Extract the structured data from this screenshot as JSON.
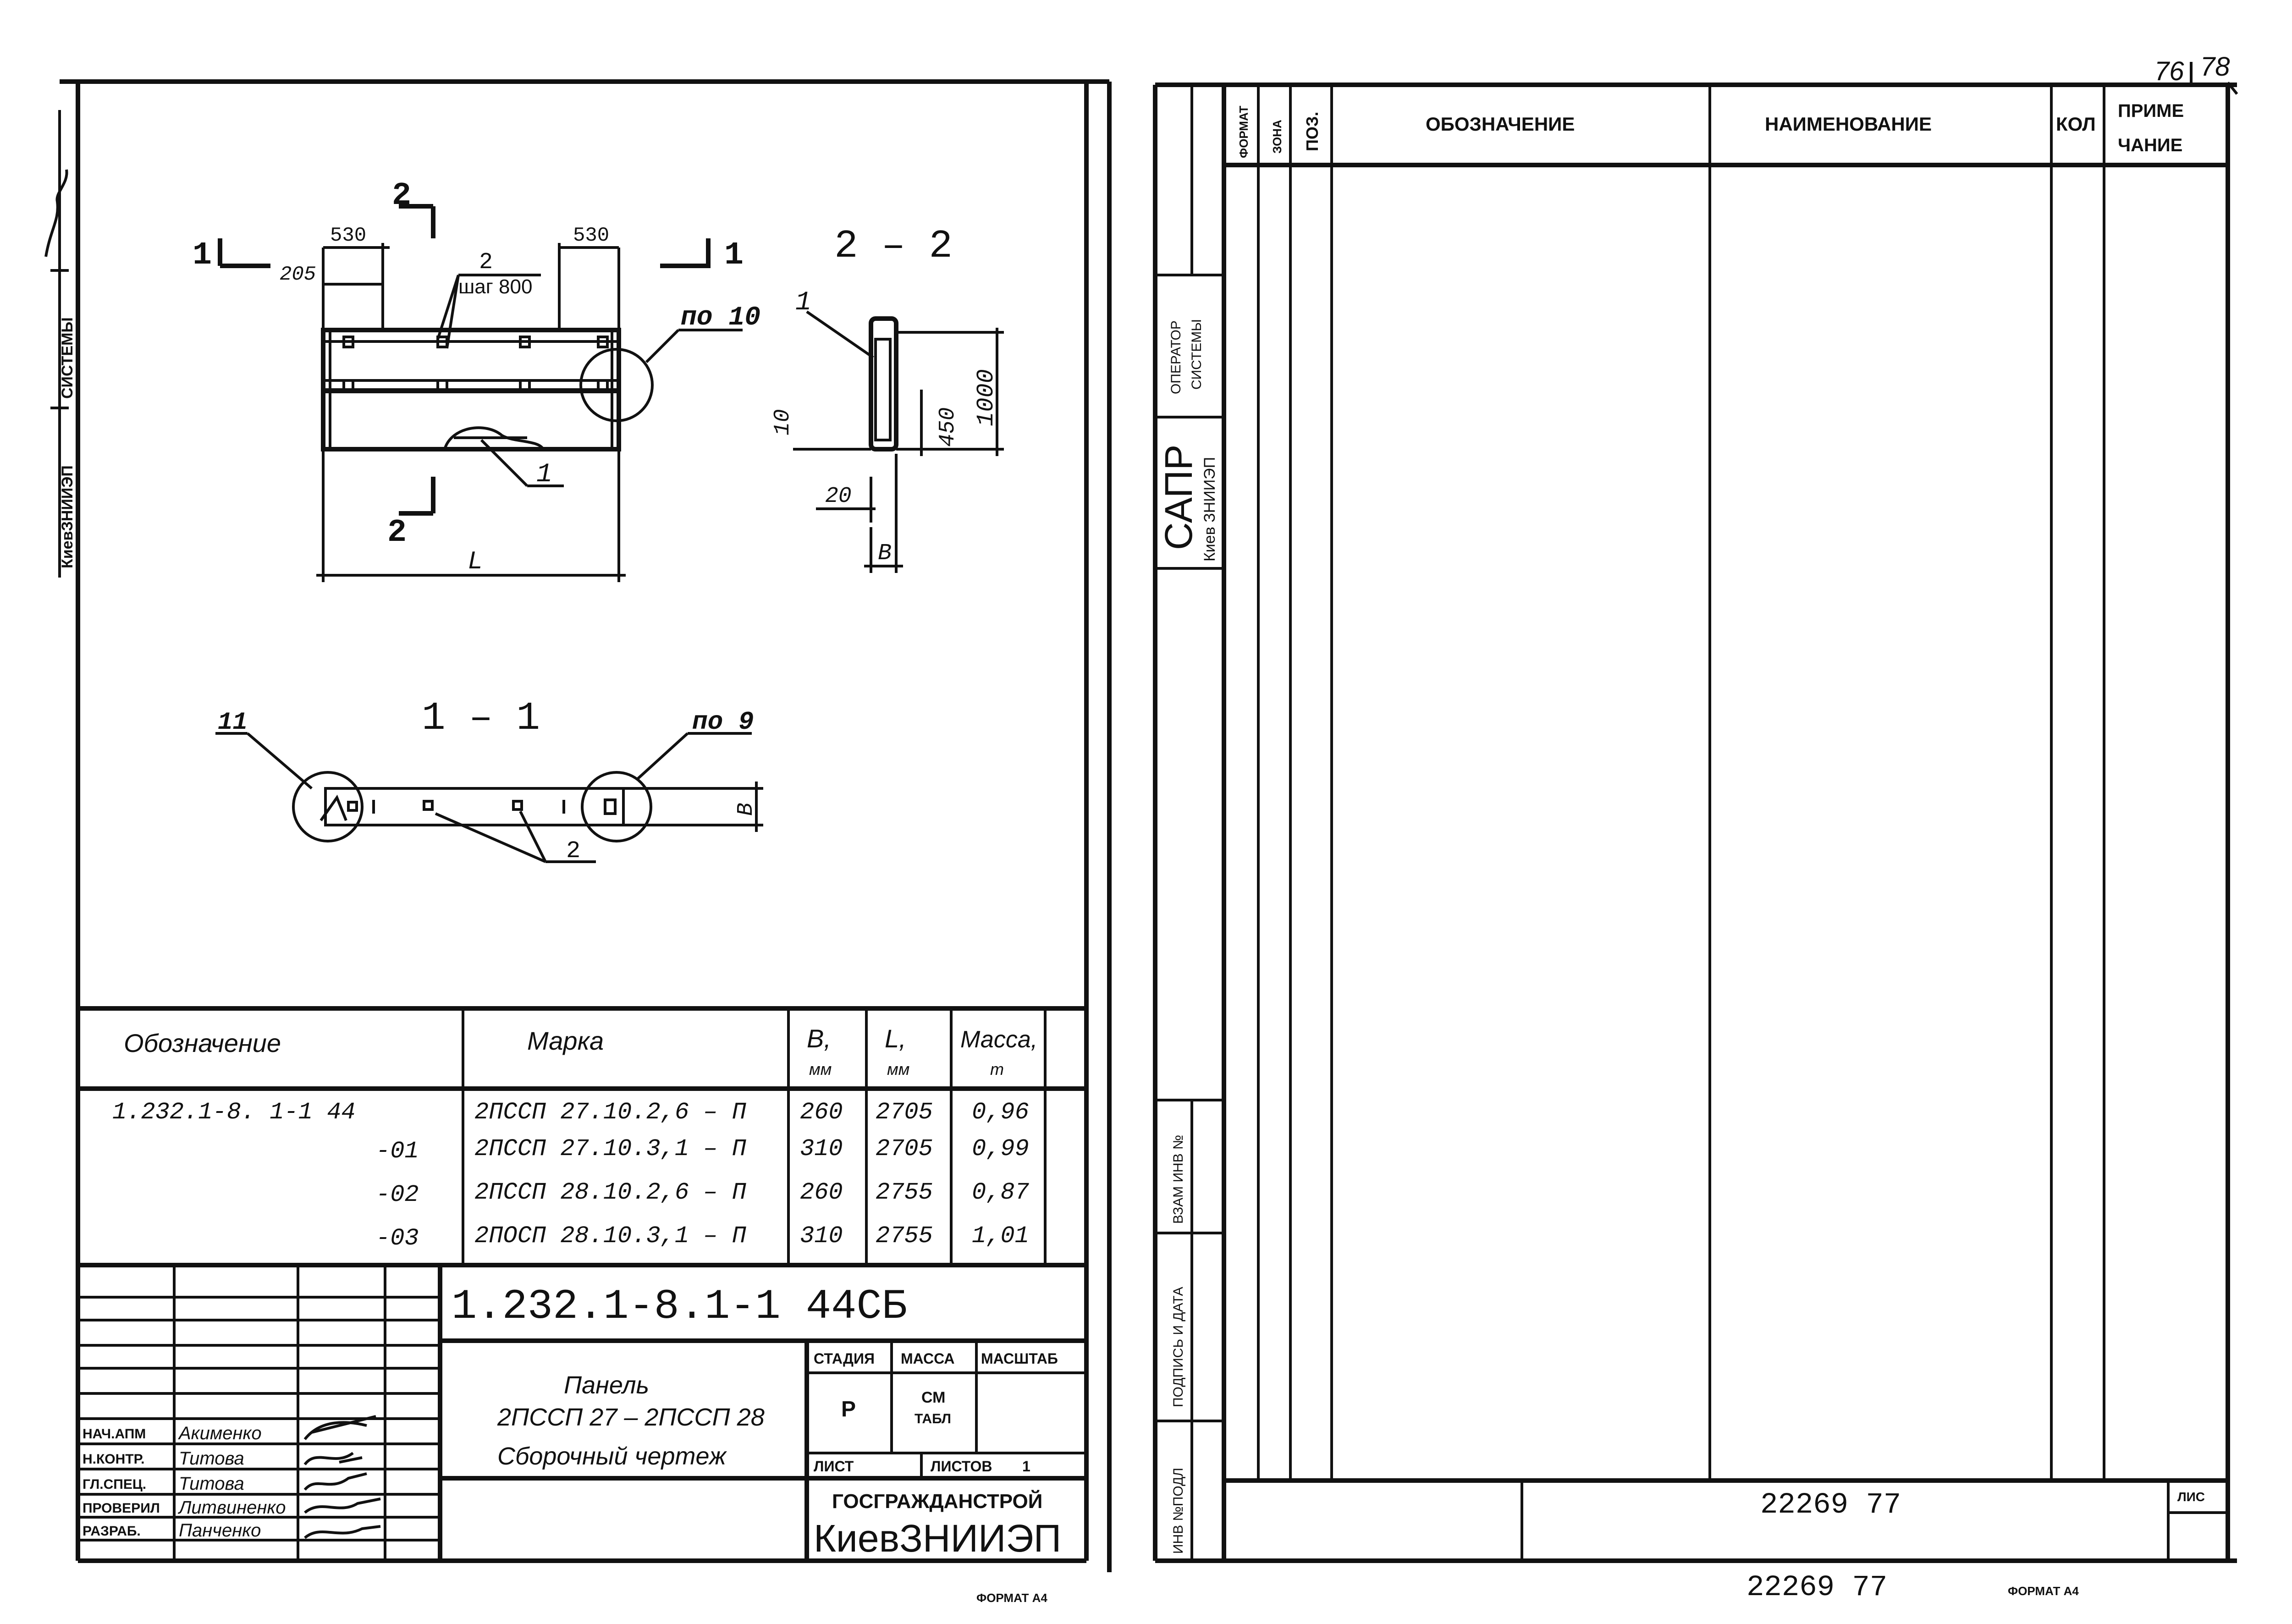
{
  "page_numbers": {
    "left": "76",
    "right": "78"
  },
  "left_sheet": {
    "side_stamp": {
      "org": "КиевЗНИИЭП",
      "systems": "СИСТЕМЫ"
    },
    "drawing": {
      "section_main": "2 – 2",
      "section_plan": "1 – 1",
      "marks": {
        "cut1": "1",
        "cut2": "2",
        "dim_530": "530",
        "dim_205": "205",
        "pos2": "2",
        "step": "шаг 800",
        "ref10": "по 10",
        "ref9": "по 9",
        "pos1": "1",
        "pos11": "11",
        "dim_L": "L",
        "dim_B": "B",
        "dim_10": "10",
        "dim_20": "20",
        "dim_450": "450",
        "dim_1000": "1000"
      }
    },
    "spec": {
      "headers": {
        "designation": "Обозначение",
        "mark": "Марка",
        "b": "B,",
        "b_unit": "мм",
        "l": "L,",
        "l_unit": "мм",
        "mass": "Масса,",
        "mass_unit": "т"
      },
      "rows": [
        {
          "designation": "1.232.1-8. 1-1 44",
          "mark": "2ПССП 27.10.2,6 – П",
          "b": "260",
          "l": "2705",
          "mass": "0,96"
        },
        {
          "designation": "-01",
          "mark": "2ПССП 27.10.3,1 – П",
          "b": "310",
          "l": "2705",
          "mass": "0,99"
        },
        {
          "designation": "-02",
          "mark": "2ПССП 28.10.2,6 – П",
          "b": "260",
          "l": "2755",
          "mass": "0,87"
        },
        {
          "designation": "-03",
          "mark": "2ПОСП 28.10.3,1 – П",
          "b": "310",
          "l": "2755",
          "mass": "1,01"
        }
      ]
    },
    "title_block": {
      "code": "1.232.1-8.1-1 44СБ",
      "name_line1": "Панель",
      "name_line2": "2ПССП 27 – 2ПССП 28",
      "name_line3": "Сборочный чертеж",
      "stage_label": "СТАДИЯ",
      "mass_label": "МАССА",
      "scale_label": "МАСШТАБ",
      "stage": "Р",
      "mass_see": "СМ",
      "mass_table": "ТАБЛ",
      "sheet_label": "ЛИСТ",
      "sheets_label": "ЛИСТОВ",
      "sheets": "1",
      "org1": "ГОСГРАЖДАНСТРОЙ",
      "org2": "КиевЗНИИЭП",
      "signers": [
        {
          "role": "НАЧ.АПМ",
          "name": "Акименко"
        },
        {
          "role": "Н.КОНТР.",
          "name": "Титова"
        },
        {
          "role": "ГЛ.СПЕЦ.",
          "name": "Титова"
        },
        {
          "role": "ПРОВЕРИЛ",
          "name": "Литвиненко"
        },
        {
          "role": "РАЗРАБ.",
          "name": "Панченко"
        }
      ]
    },
    "format": "ФОРМАТ А4"
  },
  "right_sheet": {
    "headers": {
      "format": "ФОРМАТ",
      "zone": "ЗОНА",
      "pos": "ПОЗ.",
      "designation": "ОБОЗНАЧЕНИЕ",
      "name": "НАИМЕНОВАНИЕ",
      "qty": "КОЛ",
      "note1": "ПРИМЕ",
      "note2": "ЧАНИЕ"
    },
    "side": {
      "operator": "ОПЕРАТОР",
      "system": "СИСТЕМЫ",
      "sapr": "САПР",
      "org": "Киев ЗНИИЭП",
      "vzam": "ВЗАМ ИНВ №",
      "sign": "ПОДПИСЬ И ДАТА",
      "inv": "ИНВ №ПОДЛ"
    },
    "doc_number": "22269 77",
    "sheet_label": "ЛИС",
    "format": "ФОРМАТ А4"
  },
  "footer_number": "22269 77"
}
